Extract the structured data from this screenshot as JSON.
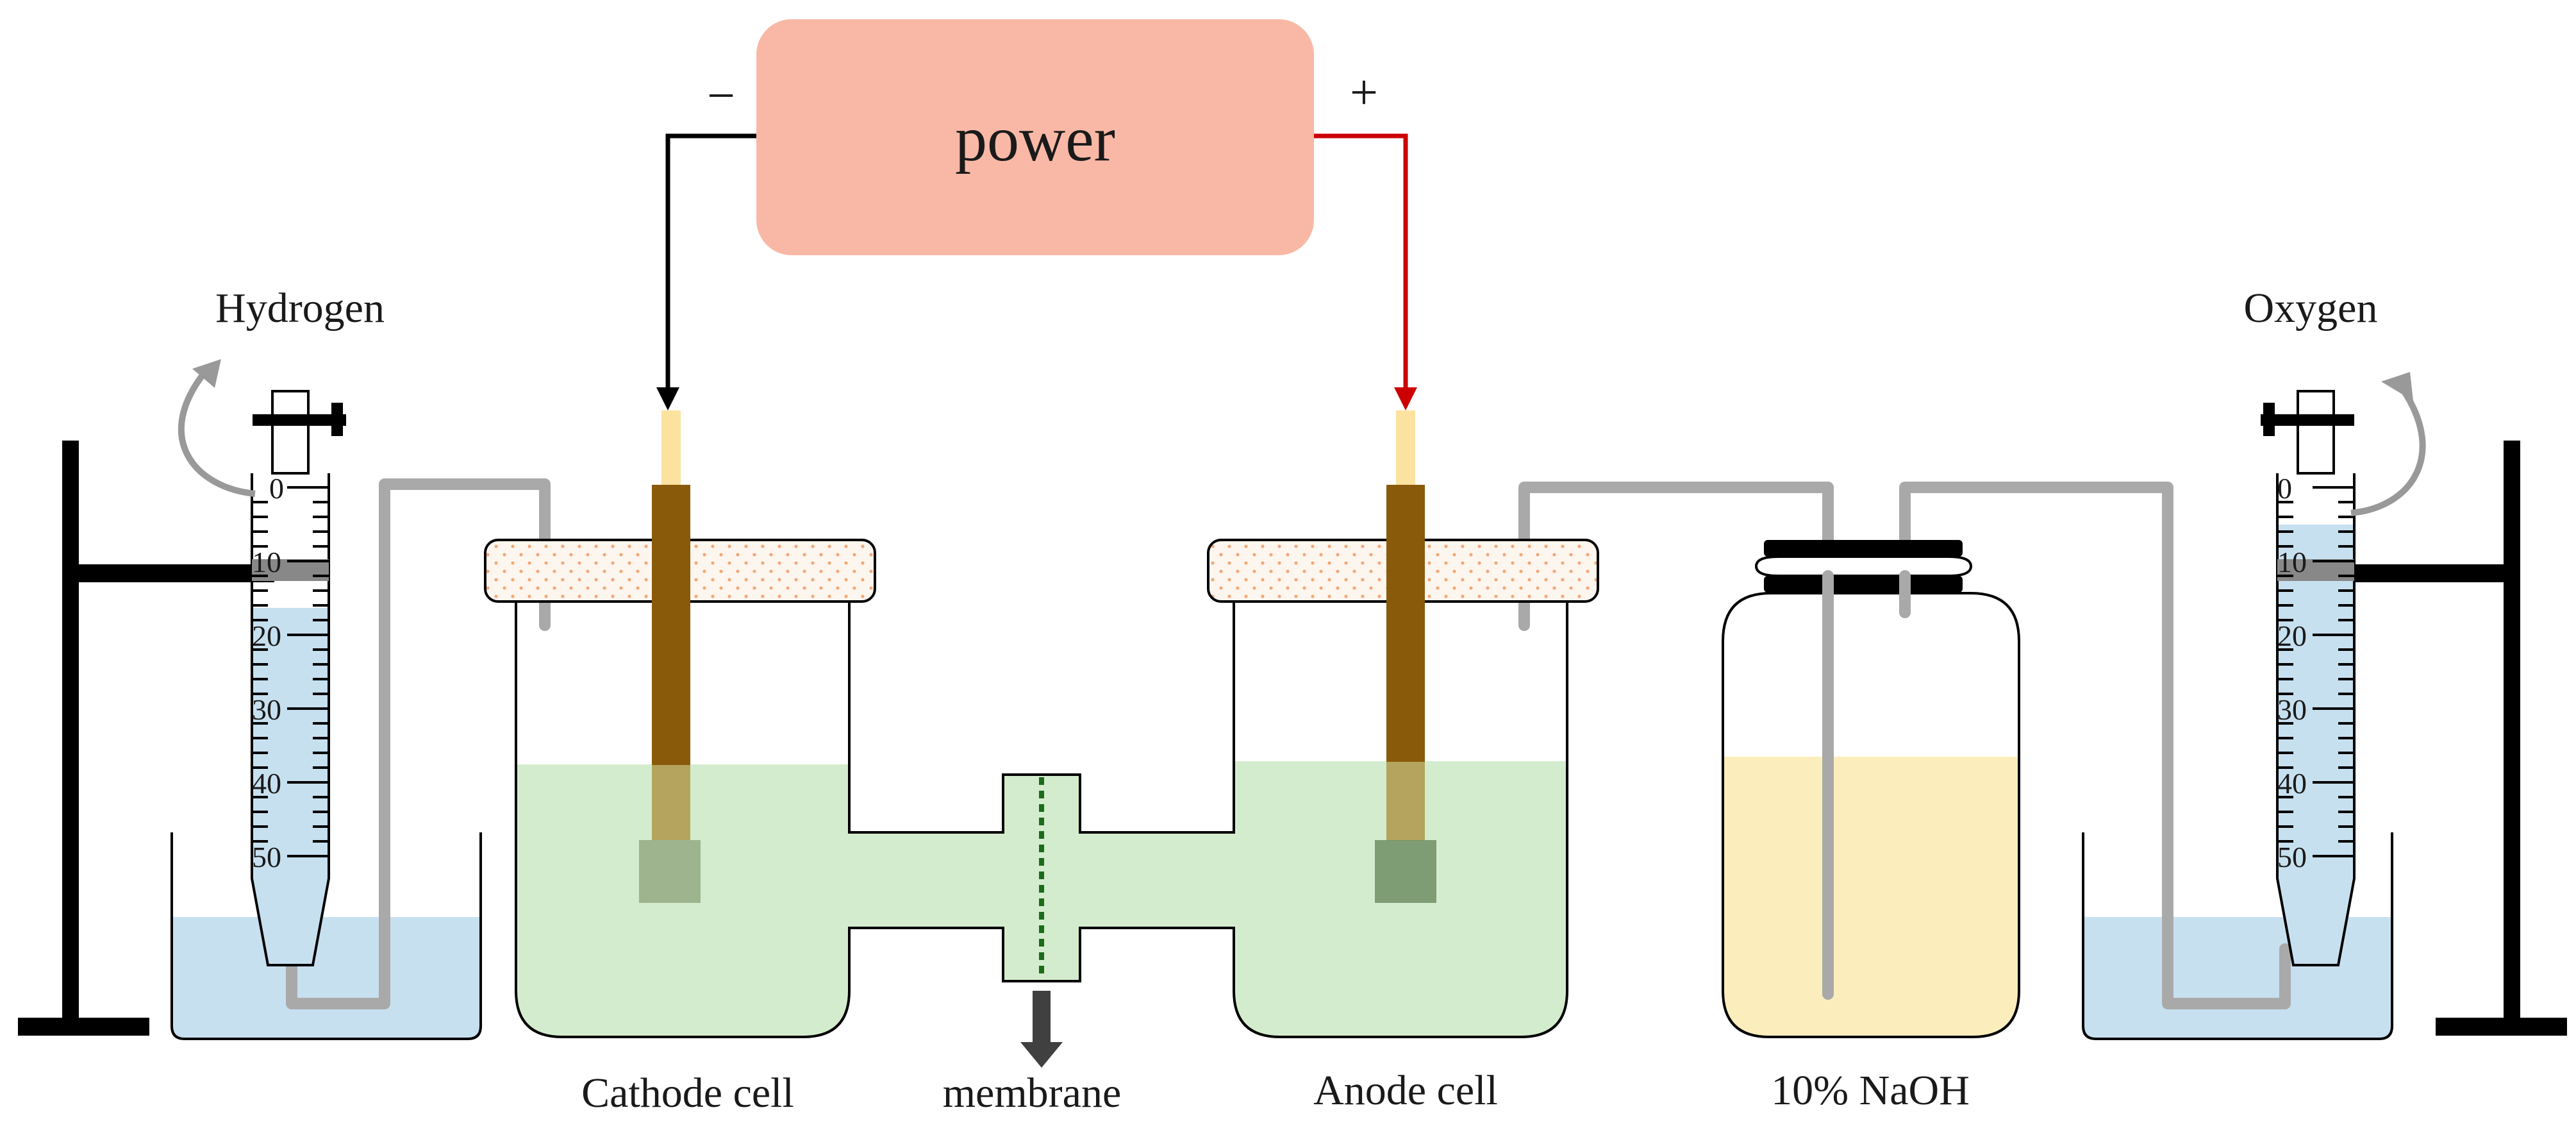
{
  "power_supply": {
    "label": "power",
    "negative_sign": "−",
    "positive_sign": "+"
  },
  "gas_labels": {
    "hydrogen": "Hydrogen",
    "oxygen": "Oxygen"
  },
  "component_labels": {
    "cathode_cell": "Cathode cell",
    "membrane": "membrane",
    "anode_cell": "Anode cell",
    "naoh_bottle": "10% NaOH"
  },
  "burette_scale": [
    "0",
    "10",
    "20",
    "30",
    "40",
    "50"
  ],
  "colors": {
    "power_box": "#f9b8a6",
    "negative_wire": "#000000",
    "positive_wire": "#cc0000",
    "electrolyte": "#d4ecce",
    "naoh_solution": "#fbeebc",
    "water": "#c7e0f0",
    "electrode": "#8a5a0b",
    "electrode_tip": "#fbe29e",
    "lid_dots": "#f2a878",
    "tubing": "#a9a9a9",
    "stand": "#000000"
  }
}
